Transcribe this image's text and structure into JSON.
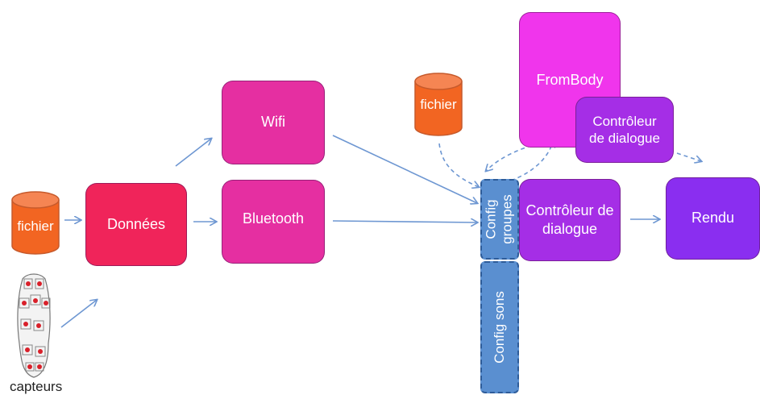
{
  "nodes": {
    "fichier_left": "fichier",
    "fichier_top": "fichier",
    "donnees": "Données",
    "wifi": "Wifi",
    "bluetooth": "Bluetooth",
    "frombody": "FromBody",
    "controleur_small": "Contrôleur de dialogue",
    "config_groupes": "Config groupes",
    "config_sons": "Config sons",
    "controleur_main": "Contrôleur de dialogue",
    "rendu": "Rendu",
    "capteurs": "capteurs"
  },
  "colors": {
    "cylinder": "#f26522",
    "donnees": "#f0245a",
    "wifi": "#e52fa1",
    "bluetooth": "#e52fa1",
    "frombody": "#f035ec",
    "controleur": "#a52ee6",
    "rendu": "#8a2ef0",
    "config": "#5a8fd0",
    "arrow": "#6e97d2"
  }
}
